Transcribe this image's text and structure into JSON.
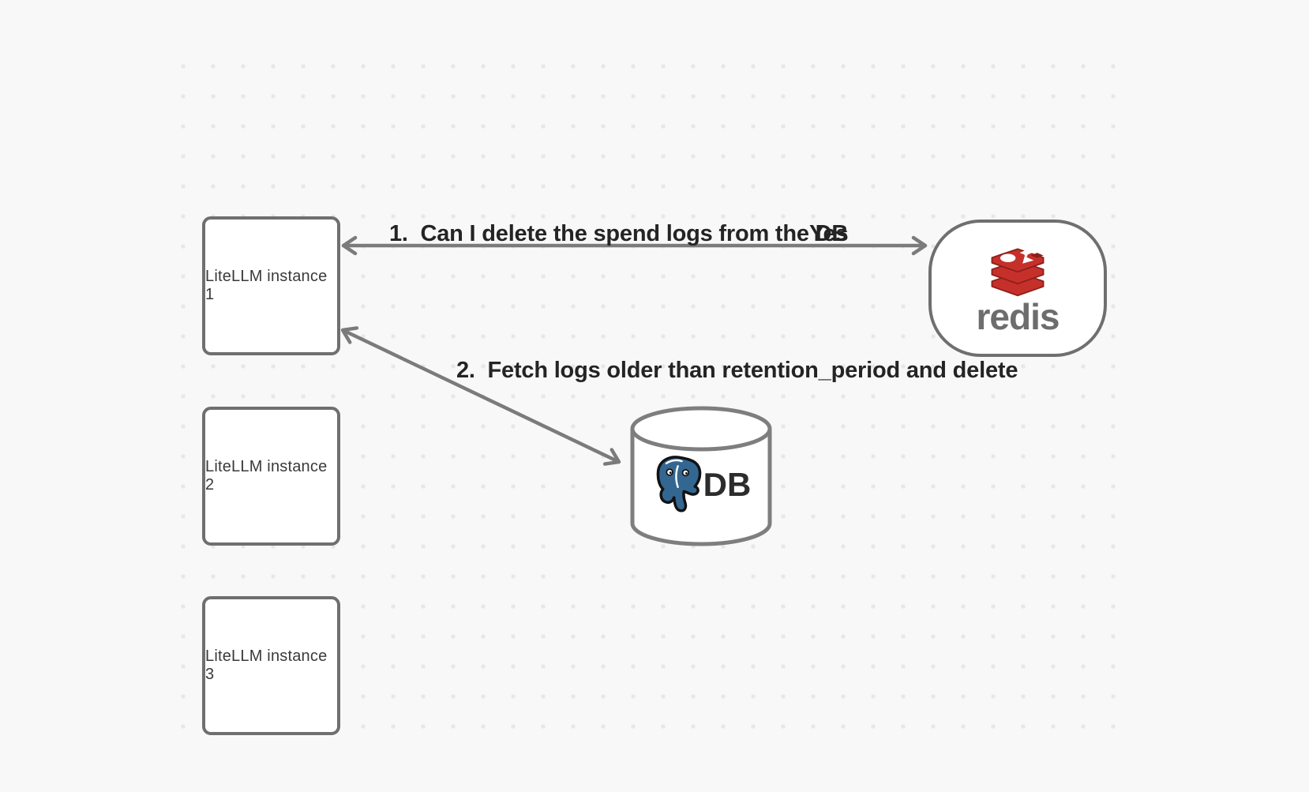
{
  "canvas": {
    "background_color": "#f8f8f8",
    "dot_color": "#e7e7e7"
  },
  "nodes": {
    "instance1": {
      "label": "LiteLLM instance 1"
    },
    "instance2": {
      "label": "LiteLLM instance 2"
    },
    "instance3": {
      "label": "LiteLLM instance 3"
    },
    "redis": {
      "label": "redis"
    },
    "db": {
      "label": "DB"
    }
  },
  "edges": {
    "edge1": {
      "label": "1.  Can I delete the spend logs from the DB",
      "response": "Yes",
      "between": [
        "instance1",
        "redis"
      ],
      "bidirectional": true
    },
    "edge2": {
      "label": "2.  Fetch logs older than retention_period and delete",
      "between": [
        "instance1",
        "db"
      ],
      "bidirectional": true
    }
  },
  "colors": {
    "node_border_gray": "#6f6f6f",
    "arrow_gray": "#7b7b7b",
    "edge_label_text": "#242424",
    "node_label_text": "#3a3a3a",
    "redis_red": "#C6302B",
    "redis_dark_red": "#8C1F19",
    "redis_wordmark_gray": "#6d6d6d",
    "postgres_blue": "#336791",
    "db_text": "#2c2c2c"
  }
}
